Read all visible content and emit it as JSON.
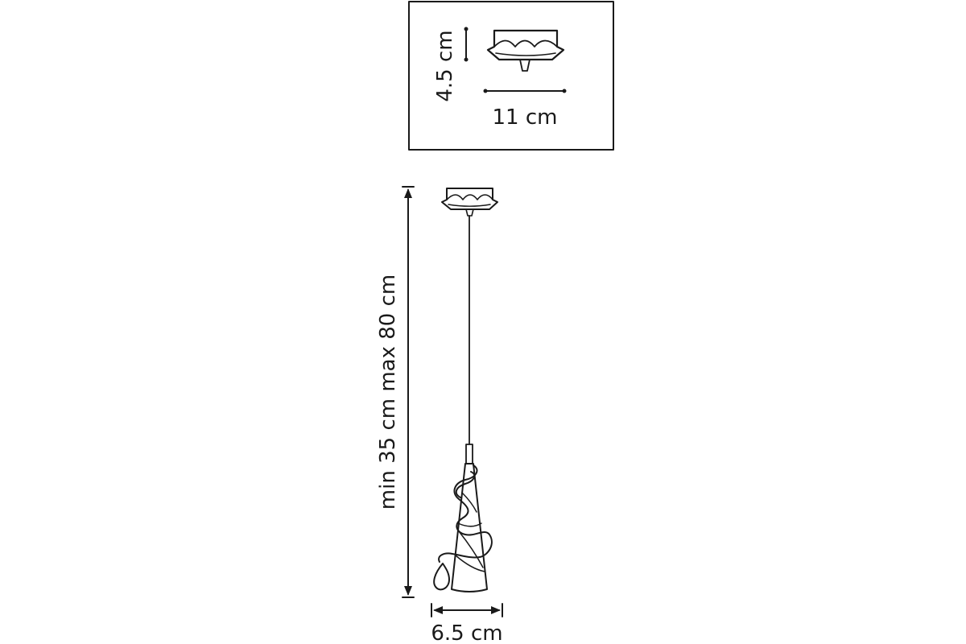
{
  "labels": {
    "canopy_height": "4.5 cm",
    "canopy_width": "11 cm",
    "overall_height": "min 35 cm max 80 cm",
    "shade_width": "6.5 cm"
  },
  "colors": {
    "line": "#1a1a1a",
    "background": "#ffffff"
  }
}
